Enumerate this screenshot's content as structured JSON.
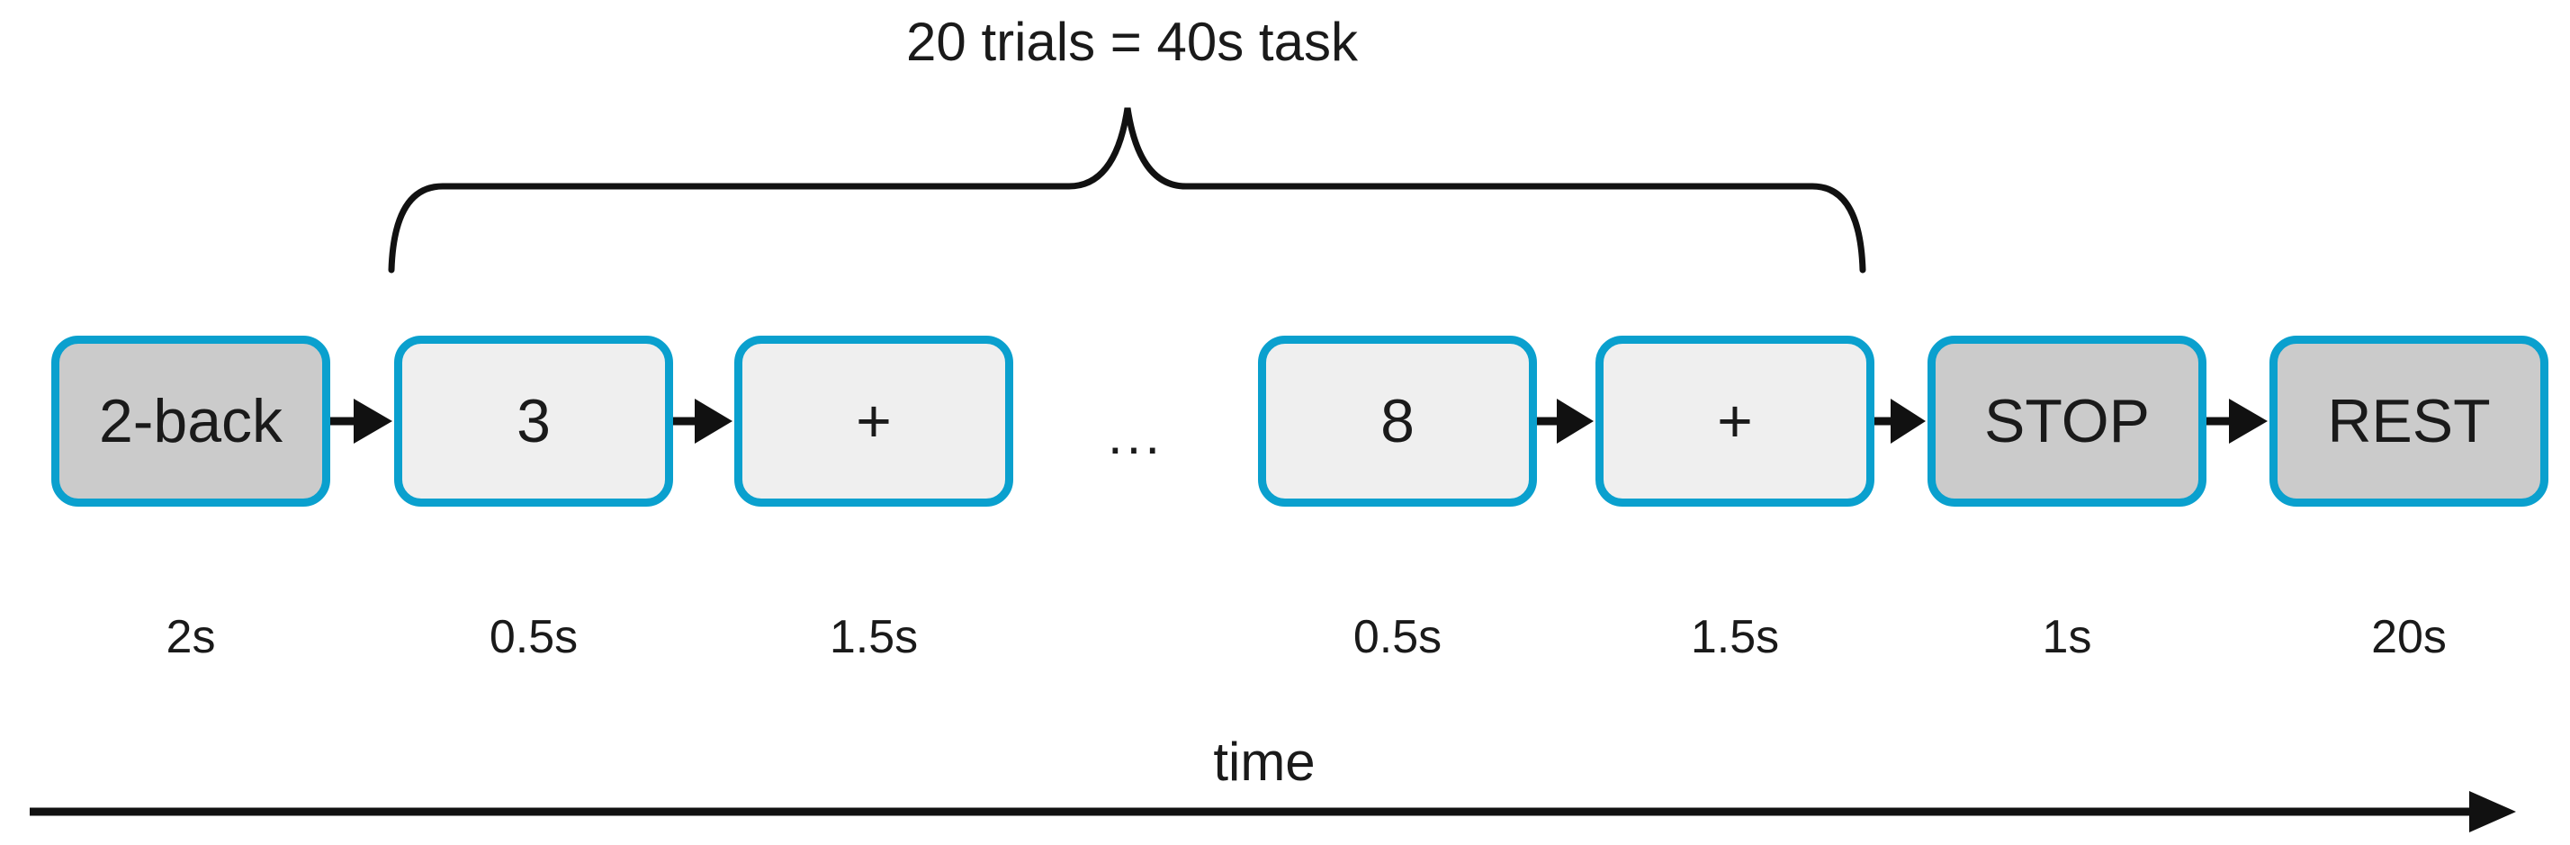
{
  "figure": {
    "brace_label": "20 trials = 40s task",
    "timeline_label": "time",
    "ellipsis": "...",
    "colors": {
      "box_border": "#0aa0ce",
      "box_fill_dark": "#cbcbcb",
      "box_fill_light": "#efefef",
      "line_and_text": "#111111",
      "background": "#ffffff"
    },
    "sequence": [
      {
        "label": "2-back",
        "duration": "2s",
        "variant": "dark"
      },
      {
        "label": "3",
        "duration": "0.5s",
        "variant": "light"
      },
      {
        "label": "+",
        "duration": "1.5s",
        "variant": "light"
      },
      {
        "label": "8",
        "duration": "0.5s",
        "variant": "light"
      },
      {
        "label": "+",
        "duration": "1.5s",
        "variant": "light"
      },
      {
        "label": "STOP",
        "duration": "1s",
        "variant": "dark"
      },
      {
        "label": "REST",
        "duration": "20s",
        "variant": "dark"
      }
    ]
  }
}
